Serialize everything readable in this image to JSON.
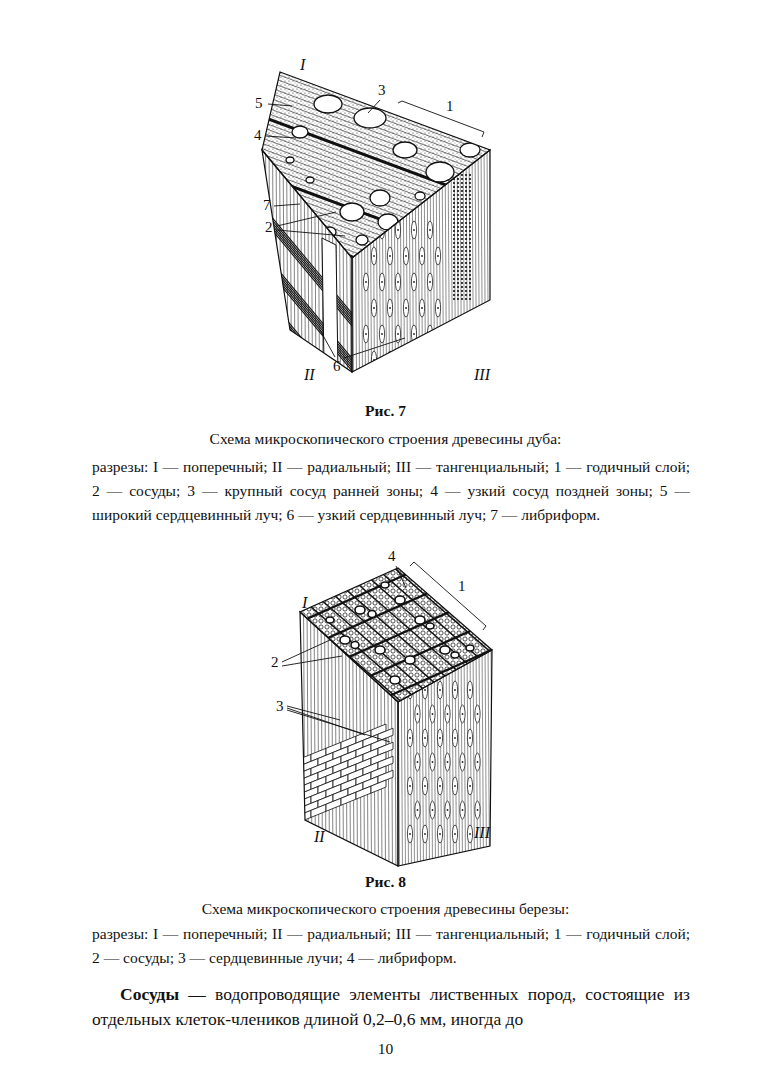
{
  "diagram": {
    "labels": [
      "I",
      "5",
      "3",
      "1",
      "4",
      "7",
      "2",
      "6",
      "II",
      "III",
      "Рис. 7",
      "Схема микроскопического строения древесины дуба:",
      "разрезы: I — поперечный; II — радиальный; III — тангенциальный; 1 — годичный слой; 2 — сосуды; 3 — крупный сосуд ранней зоны; 4 — узкий сосуд поздней зоны; 5 — широкий сердцевинный луч; 6 — узкий сердцевинный луч; 7 — либриформ.",
      "I",
      "4",
      "1",
      "2",
      "3",
      "II",
      "III",
      "Рис. 8",
      "Схема микроскопического строения древесины березы:",
      "разрезы: I — поперечный; II — радиальный; III — тангенциальный; 1 — годичный слой; 2 — сосуды; 3 — сердцевинные лучи; 4 — либриформ.",
      "Сосуды",
      "— водопроводящие элементы лиственных пород, состоящие из отдельных клеток-члеников длиной 0,2–0,6 мм, иногда до",
      "10"
    ]
  }
}
